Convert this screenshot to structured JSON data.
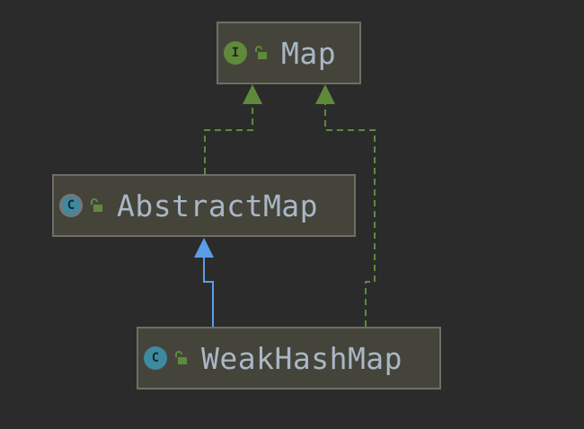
{
  "diagram": {
    "nodes": [
      {
        "id": "map",
        "name": "Map",
        "kind": "interface",
        "kind_letter": "I"
      },
      {
        "id": "abstract_map",
        "name": "AbstractMap",
        "kind": "abstract-class",
        "kind_letter": "C"
      },
      {
        "id": "weak_hash_map",
        "name": "WeakHashMap",
        "kind": "class",
        "kind_letter": "C"
      }
    ],
    "edges": [
      {
        "from": "abstract_map",
        "to": "map",
        "relation": "implements",
        "style": "dashed",
        "color": "#5f8a3c"
      },
      {
        "from": "weak_hash_map",
        "to": "map",
        "relation": "implements",
        "style": "dashed",
        "color": "#5f8a3c"
      },
      {
        "from": "weak_hash_map",
        "to": "abstract_map",
        "relation": "extends",
        "style": "solid",
        "color": "#5b9de8"
      }
    ]
  },
  "colors": {
    "background": "#2b2b2b",
    "node_fill": "#45443a",
    "node_border": "#6e6e66",
    "interface_badge": "#5f8a3c",
    "class_badge": "#3d8aa1",
    "public_lock": "#5f8a3c",
    "label_text": "#a9b7c6"
  }
}
